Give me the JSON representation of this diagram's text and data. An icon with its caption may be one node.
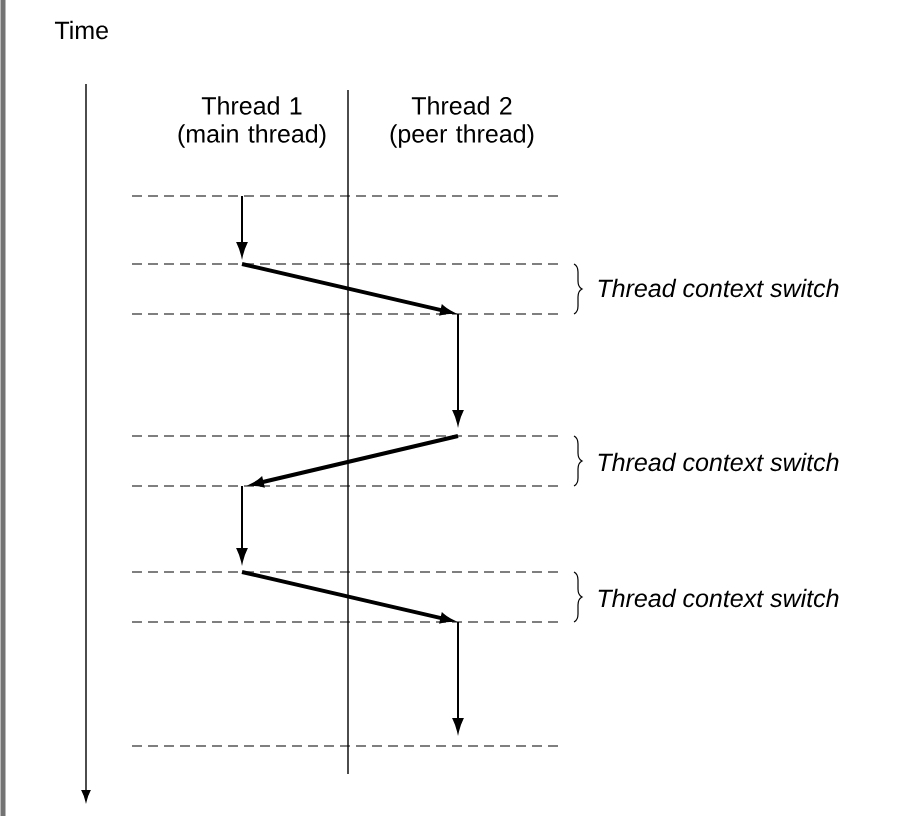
{
  "diagram": {
    "nodes": [
      {
        "text": [
          "Thread 1 (main thread)"
        ]
      },
      {
        "text": [
          "Thread 2 (peer thread)"
        ]
      }
    ],
    "labels": [
      "Time",
      "Thread context switch",
      "Thread context switch",
      "Thread context switch"
    ]
  }
}
